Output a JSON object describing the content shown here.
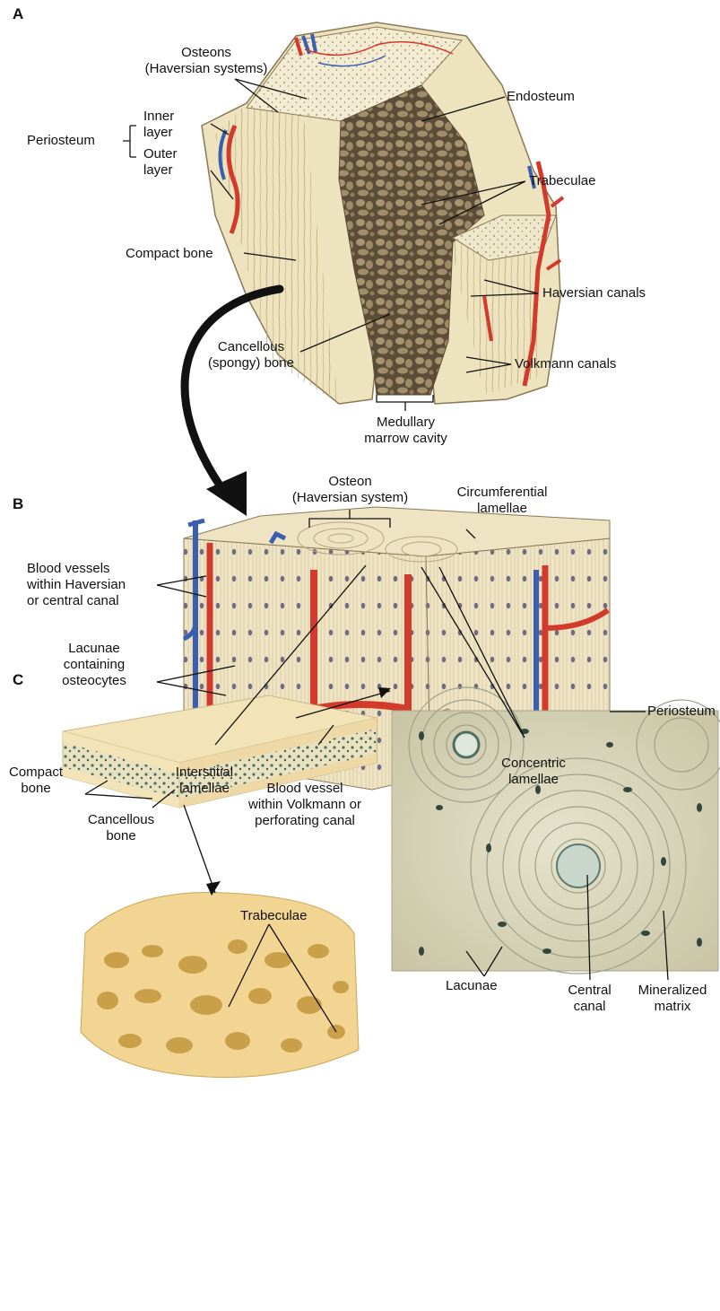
{
  "panels": {
    "a": {
      "letter": "A",
      "labels": {
        "osteons_1": "Osteons",
        "osteons_2": "(Haversian systems)",
        "endosteum": "Endosteum",
        "periosteum": "Periosteum",
        "inner_1": "Inner",
        "inner_2": "layer",
        "outer_1": "Outer",
        "outer_2": "layer",
        "trabeculae": "Trabeculae",
        "compact_bone": "Compact bone",
        "haversian_canals": "Haversian canals",
        "cancellous_1": "Cancellous",
        "cancellous_2": "(spongy) bone",
        "volkmann_canals": "Volkmann canals",
        "medullary_1": "Medullary",
        "medullary_2": "marrow cavity"
      }
    },
    "b": {
      "letter": "B",
      "labels": {
        "osteon_1": "Osteon",
        "osteon_2": "(Haversian system)",
        "circ_1": "Circumferential",
        "circ_2": "lamellae",
        "bv_1": "Blood vessels",
        "bv_2": "within Haversian",
        "bv_3": "or central canal",
        "lac_1": "Lacunae",
        "lac_2": "containing",
        "lac_3": "osteocytes",
        "periosteum": "Periosteum",
        "inter_1": "Interstitial",
        "inter_2": "lamellae",
        "bvv_1": "Blood vessel",
        "bvv_2": "within Volkmann or",
        "bvv_3": "perforating canal",
        "conc_1": "Concentric",
        "conc_2": "lamellae"
      }
    },
    "c": {
      "letter": "C",
      "labels": {
        "compact_1": "Compact",
        "compact_2": "bone",
        "cancellous_1": "Cancellous",
        "cancellous_2": "bone",
        "trabeculae": "Trabeculae",
        "lacunae": "Lacunae",
        "central_1": "Central",
        "central_2": "canal",
        "mineral_1": "Mineralized",
        "mineral_2": "matrix"
      }
    }
  },
  "colors": {
    "bone": "#eee3bf",
    "bone_dark": "#cbb98a",
    "spongy": "#7d6d52",
    "artery": "#d33a2c",
    "vein": "#3a5fb0",
    "micro_bg": "#d9d6bd",
    "micro_ink": "#3f5a4a",
    "trabecula": "#f2d592"
  }
}
